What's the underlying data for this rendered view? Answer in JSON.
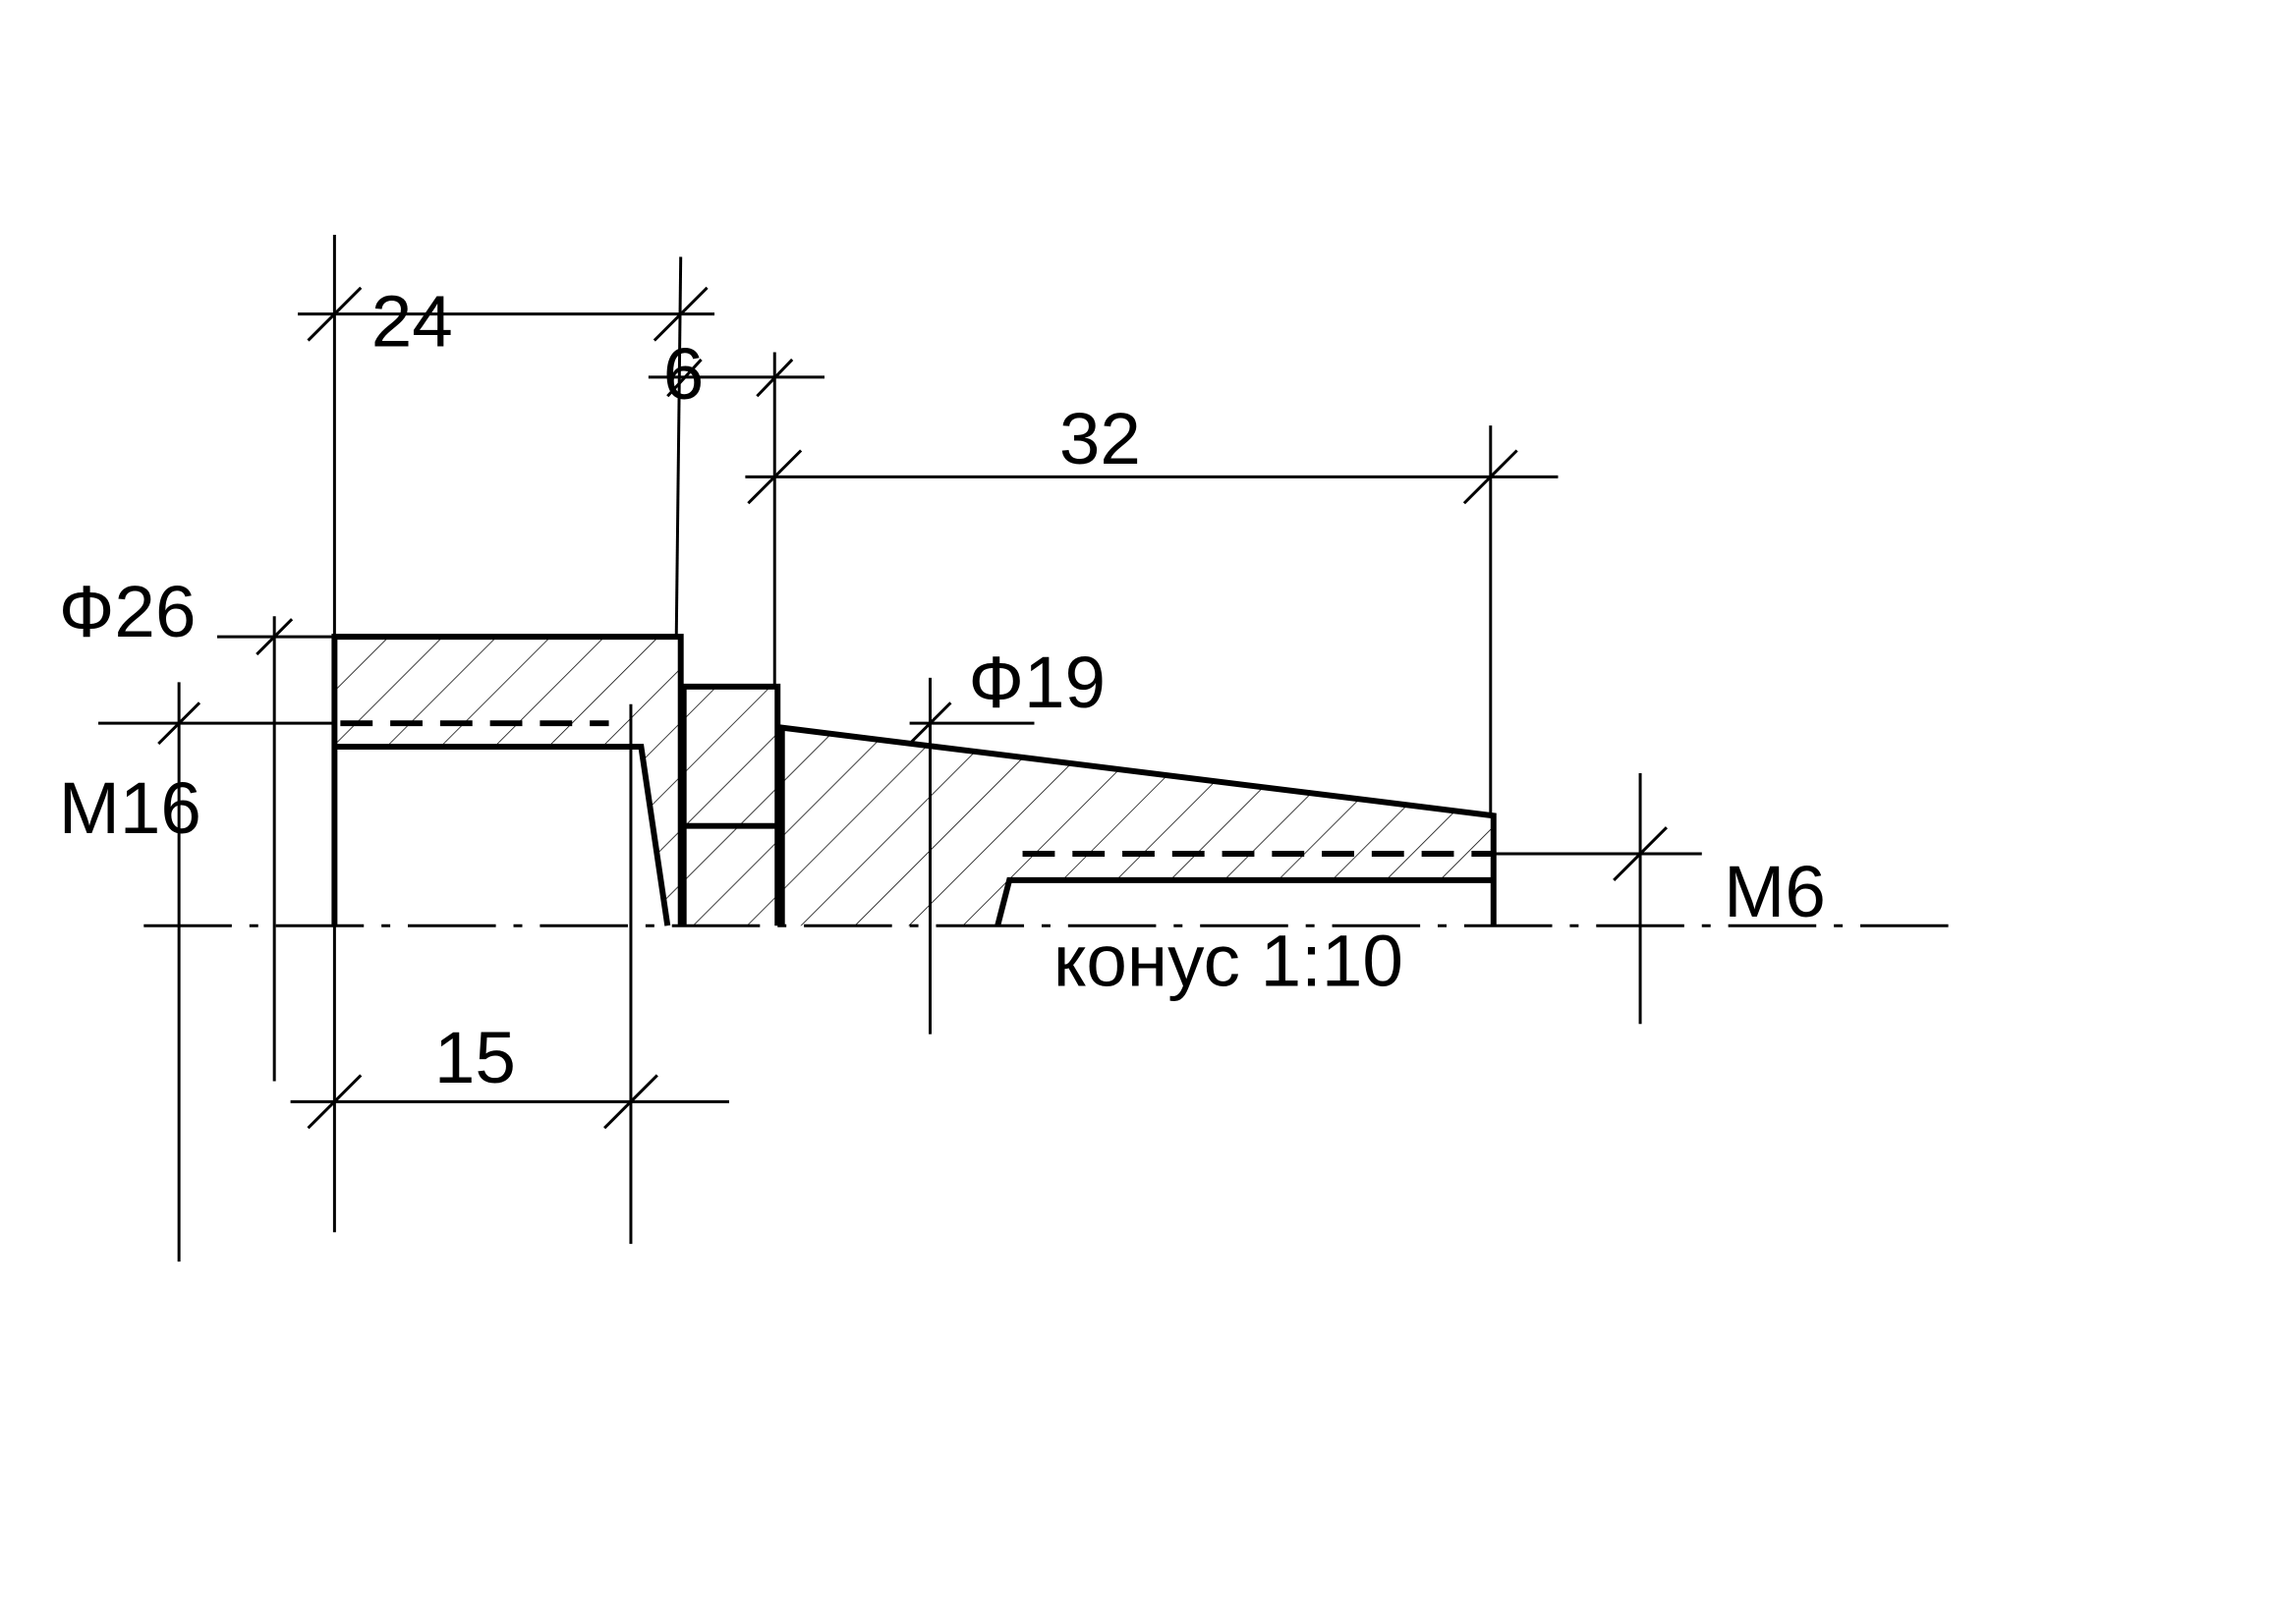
{
  "dimensions": {
    "len_24": "24",
    "len_6": "6",
    "len_32": "32",
    "len_15": "15",
    "dia_26": "Ф26",
    "dia_19": "Ф19",
    "thread_m16": "M16",
    "thread_m6": "M6",
    "taper_note": "конус 1:10"
  }
}
